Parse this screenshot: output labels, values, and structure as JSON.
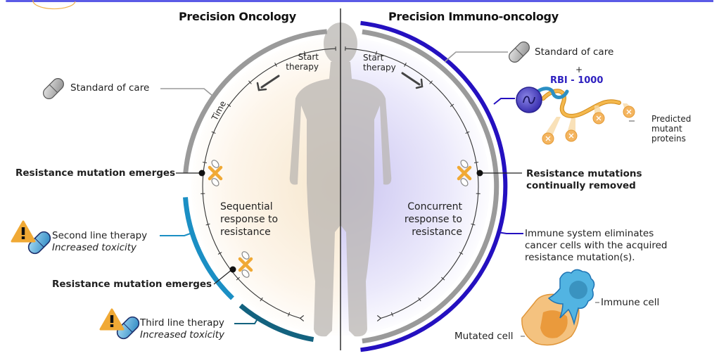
{
  "header_bar": {
    "color": "#5b5be6"
  },
  "left_panel": {
    "title": "Precision Oncology",
    "start_label_line1": "Start",
    "start_label_line2": "therapy",
    "time_label": "Time",
    "center_text": [
      "Sequential",
      "response to",
      "resistance"
    ],
    "standard_of_care": "Standard of care",
    "resistance_emerges_1": "Resistance mutation emerges",
    "resistance_emerges_2": "Resistance mutation emerges",
    "second_line": {
      "title": "Second line therapy",
      "note": "Increased toxicity"
    },
    "third_line": {
      "title": "Third line therapy",
      "note": "Increased toxicity"
    },
    "colors": {
      "standard_arc": "#9a9a9a",
      "second_arc": "#1b8fc4",
      "third_arc": "#13627f",
      "bg_tint": "#fbefdc"
    }
  },
  "right_panel": {
    "title": "Precision Immuno-oncology",
    "start_label_line1": "Start",
    "start_label_line2": "therapy",
    "center_text": [
      "Concurrent",
      "response to",
      "resistance"
    ],
    "standard_of_care": "Standard of care",
    "plus": "+",
    "drug_name": "RBI - 1000",
    "predicted_label": [
      "Predicted",
      "mutant",
      "proteins"
    ],
    "mutations_removed": [
      "Resistance mutations",
      "continually removed"
    ],
    "immune_text": [
      "Immune system eliminates",
      "cancer cells with the acquired",
      "resistance mutation(s)."
    ],
    "immune_cell_label": "Immune cell",
    "mutated_cell_label": "Mutated cell",
    "colors": {
      "rbi_arc": "#2410c0",
      "standard_arc": "#9a9a9a",
      "bg_tint": "#d9d5f5"
    }
  },
  "icons": {
    "pill": "capsule-pill",
    "warning": "warning-triangle",
    "mutation": "dna-cross",
    "immune_cell": "immune-cell",
    "mutated_cell": "mutated-cell",
    "body": "human-silhouette"
  }
}
